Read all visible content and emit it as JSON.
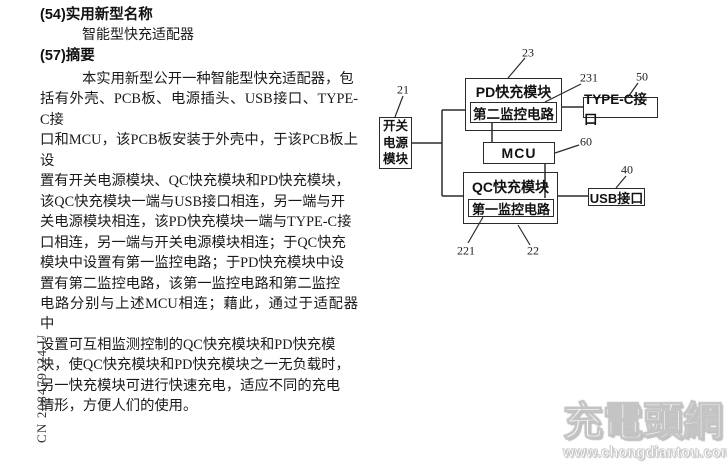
{
  "page": {
    "field54_label": "(54)实用新型名称",
    "title": "智能型快充适配器",
    "field57_label": "(57)摘要",
    "abstract": "本实用新型公开一种智能型快充适配器，包\n括有外壳、PCB板、电源插头、USB接口、TYPE-C接\n口和MCU，该PCB板安装于外壳中，于该PCB板上设\n置有开关电源模块、QC快充模块和PD快充模块，\n该QC快充模块一端与USB接口相连，另一端与开\n关电源模块相连，该PD快充模块一端与TYPE-C接\n口相连，另一端与开关电源模块相连；于QC快充\n模块中设置有第一监控电路；于PD快充模块中设\n置有第二监控电路，该第一监控电路和第二监控\n电路分别与上述MCU相连；藉此，通过于适配器中\n设置可互相监测控制的QC快充模块和PD快充模\n块，使QC快充模块和PD快充模块之一无负载时，\n另一快充模块可进行快速充电，适应不同的充电\n情形，方便人们的使用。",
    "publication_number": "CN 208479224 U"
  },
  "diagram": {
    "boxes": {
      "power": "开关\n电源\n模块",
      "pd": "PD快充模块",
      "pd_inner": "第二监控电路",
      "mcu": "MCU",
      "qc": "QC快充模块",
      "qc_inner": "第一监控电路",
      "typec": "TYPE-C接口",
      "usb": "USB接口"
    },
    "refs": {
      "power": "21",
      "pd": "23",
      "pd_inner": "231",
      "typec": "50",
      "mcu": "60",
      "usb": "40",
      "qc_inner": "221",
      "qc": "22"
    }
  },
  "watermark": {
    "logo_text": "充電頭網",
    "url": "www.chongdiantou.com"
  },
  "colors": {
    "text": "#1a1a1a",
    "diagram_line": "#2b2b2b",
    "watermark_outline": "#c4c4c4"
  }
}
